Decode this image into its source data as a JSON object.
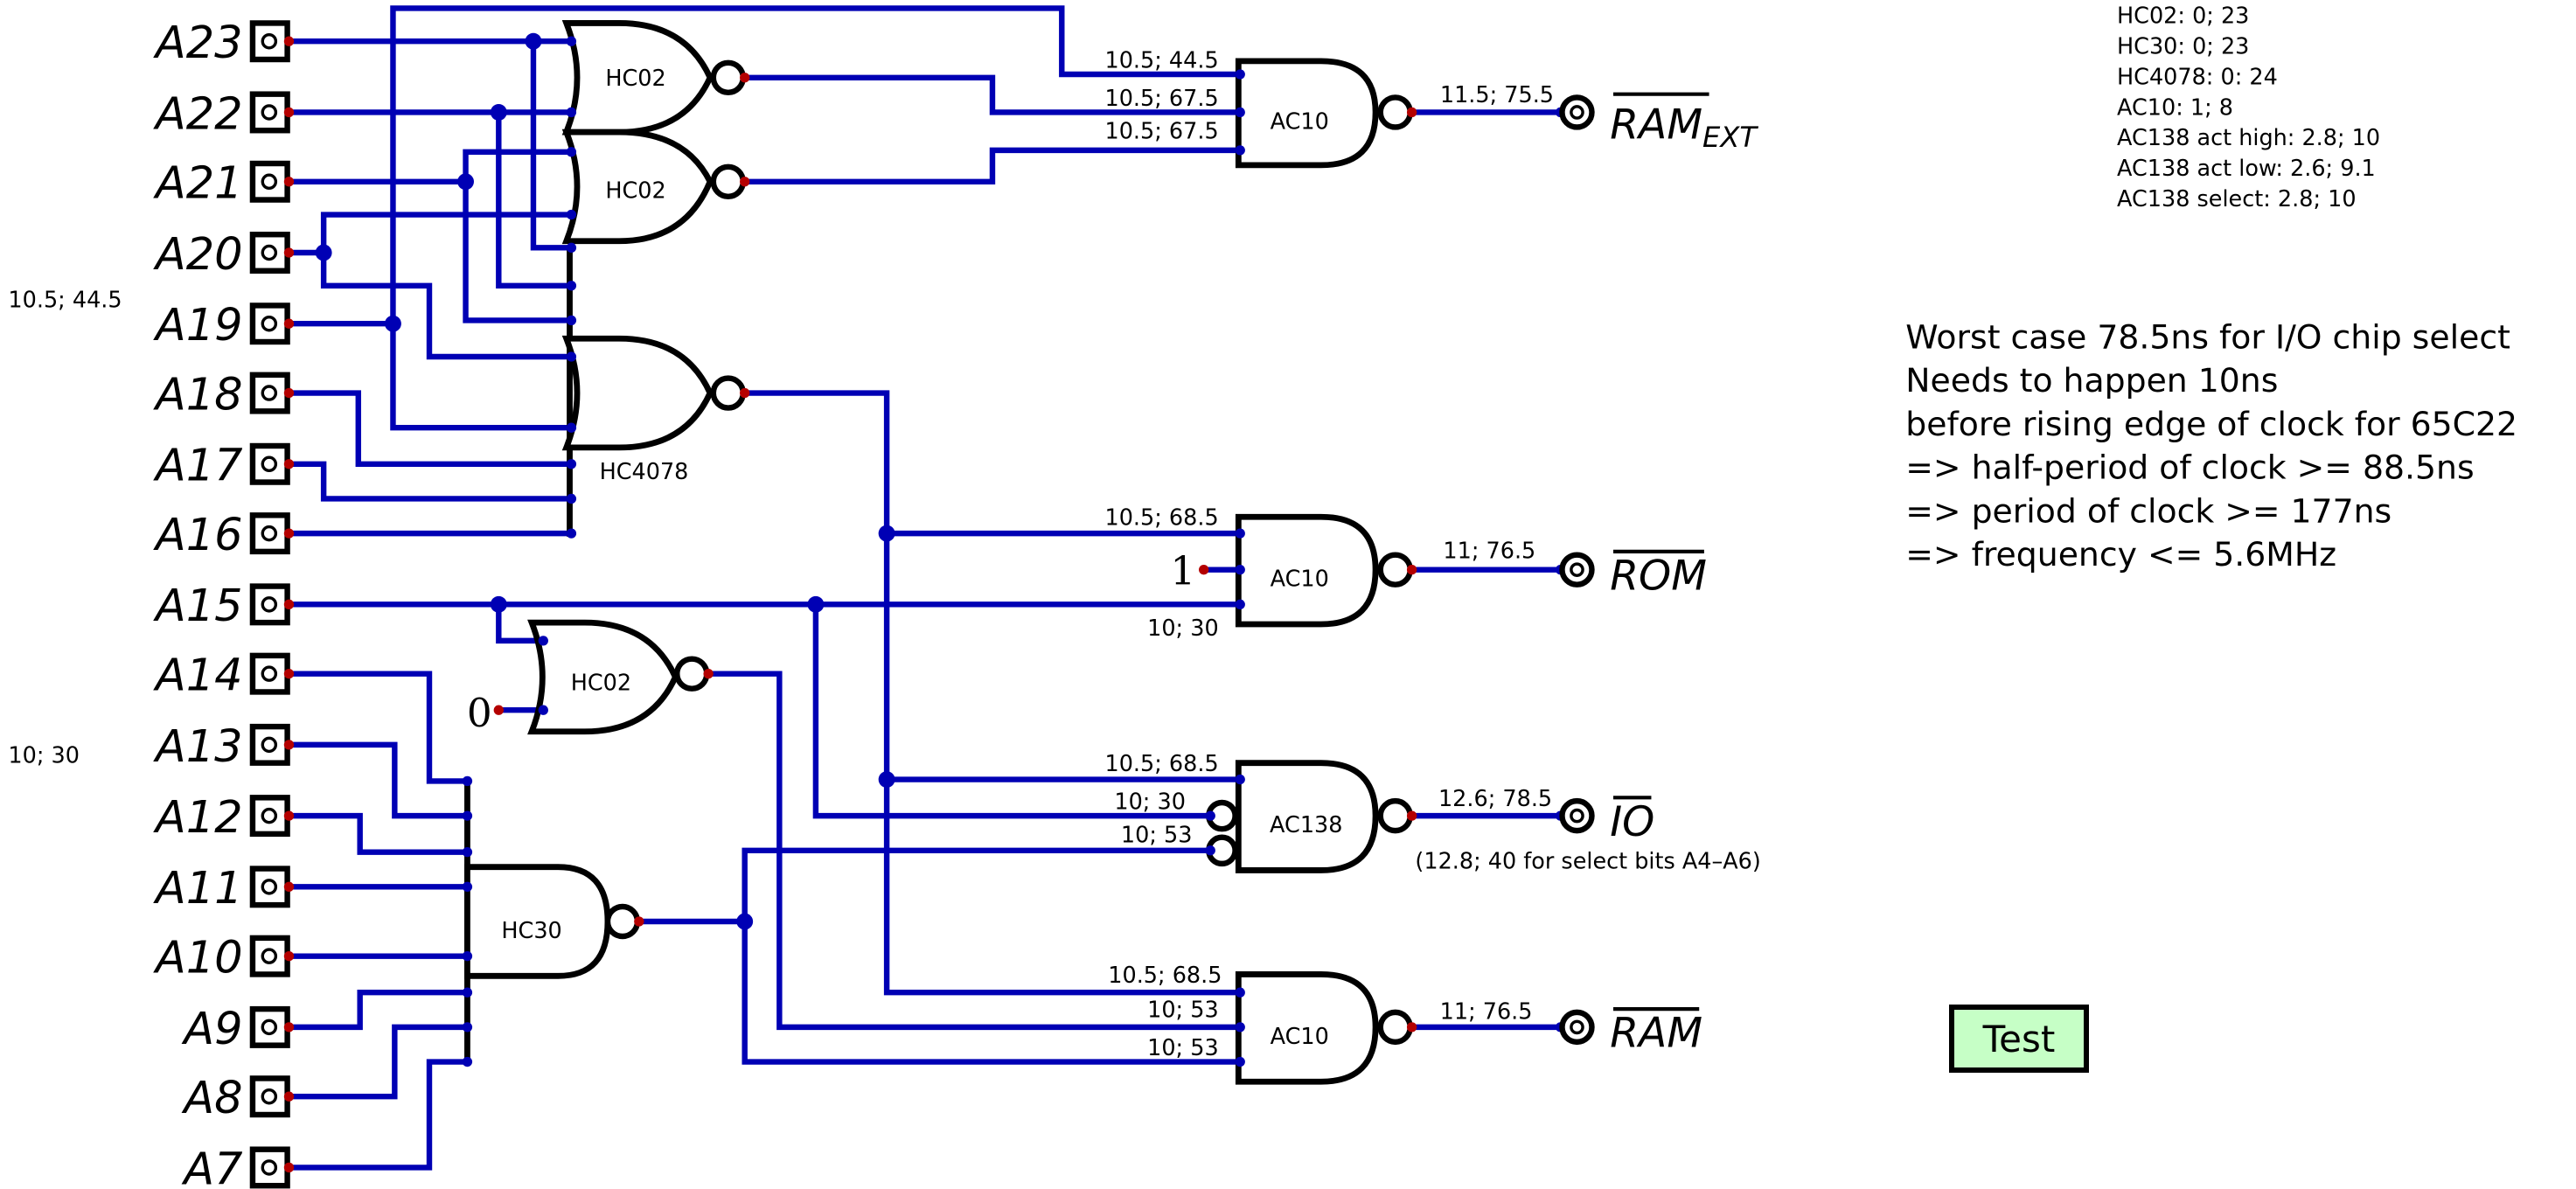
{
  "inputs": [
    "A23",
    "A22",
    "A21",
    "A20",
    "A19",
    "A18",
    "A17",
    "A16",
    "A15",
    "A14",
    "A13",
    "A12",
    "A11",
    "A10",
    "A9",
    "A8",
    "A7"
  ],
  "gates": {
    "hc02_top": "HC02",
    "hc02_mid": "HC02",
    "hc4078": "HC4078",
    "hc02_low": "HC02",
    "hc30": "HC30",
    "ac10_ramext": "AC10",
    "ac10_rom": "AC10",
    "ac138_io": "AC138",
    "ac10_ram": "AC10"
  },
  "constants": {
    "rom_const": "1",
    "hc02_const": "0"
  },
  "timings": {
    "ramext_in1": "10.5; 44.5",
    "ramext_in2": "10.5; 67.5",
    "ramext_in3": "10.5; 67.5",
    "ramext_out": "11.5; 75.5",
    "rom_in1": "10.5; 68.5",
    "rom_in3": "10; 30",
    "rom_out": "11; 76.5",
    "io_in1": "10.5; 68.5",
    "io_in2": "10; 30",
    "io_in3": "10; 53",
    "io_out": "12.6; 78.5",
    "io_select_note": "(12.8; 40 for select bits A4–A6)",
    "ram_in1": "10.5; 68.5",
    "ram_in2": "10; 53",
    "ram_in3": "10; 53",
    "ram_out": "11; 76.5",
    "left_a19": "10.5; 44.5",
    "left_a13": "10; 30"
  },
  "outputs": {
    "ram_ext_main": "RAM",
    "ram_ext_sub": "EXT",
    "rom": "ROM",
    "io": "IO",
    "ram": "RAM"
  },
  "gate_delays": [
    "HC02: 0; 23",
    "HC30: 0; 23",
    "HC4078: 0: 24",
    "AC10: 1; 8",
    "AC138 act high: 2.8; 10",
    "AC138 act low: 2.6; 9.1",
    "AC138 select: 2.8; 10"
  ],
  "analysis_notes": [
    "Worst case 78.5ns for I/O chip select",
    "Needs to happen 10ns",
    "before rising edge of clock for 65C22",
    "=> half-period of clock >= 88.5ns",
    "=> period of clock >= 177ns",
    "=> frequency <= 5.6MHz"
  ],
  "test_button": "Test",
  "colors": {
    "wire": "#0000b4",
    "output_pin": "#b40000",
    "test_button_bg": "#c6ffc6"
  }
}
